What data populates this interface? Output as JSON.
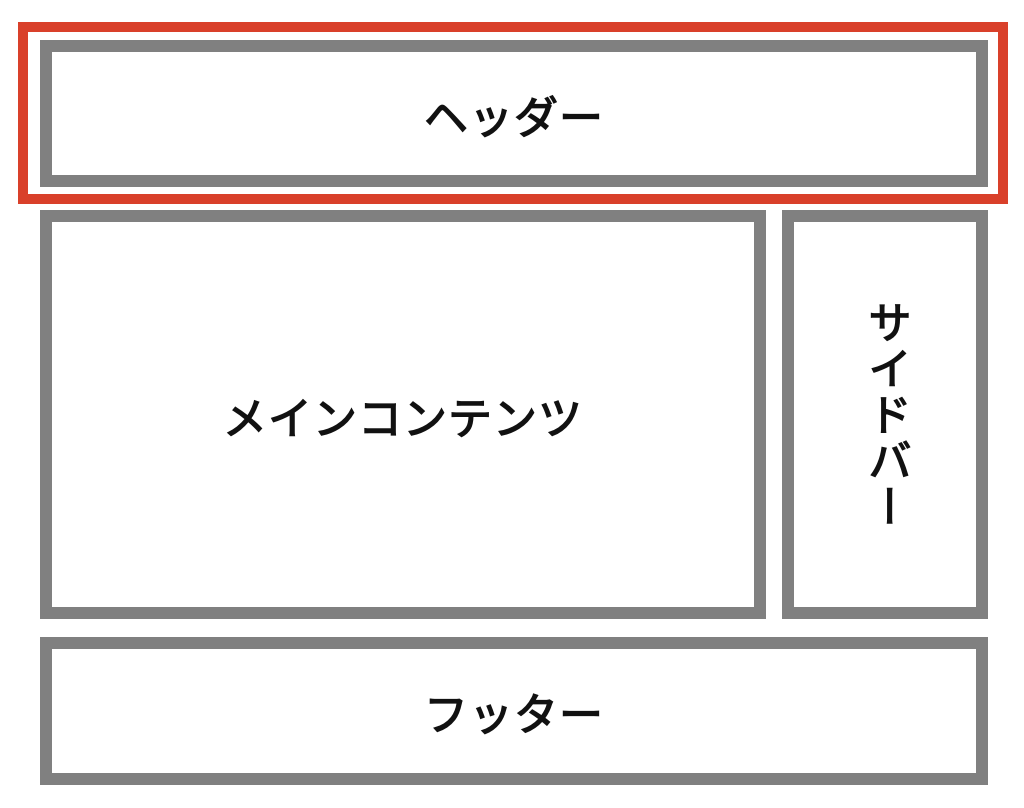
{
  "colors": {
    "highlight": "#d9402a",
    "box_border": "#808080",
    "text": "#111111",
    "background": "#ffffff"
  },
  "layout": {
    "header_label": "ヘッダー",
    "main_label": "メインコンテンツ",
    "sidebar_label": "サイドバー",
    "footer_label": "フッター"
  },
  "highlighted_region": "header"
}
